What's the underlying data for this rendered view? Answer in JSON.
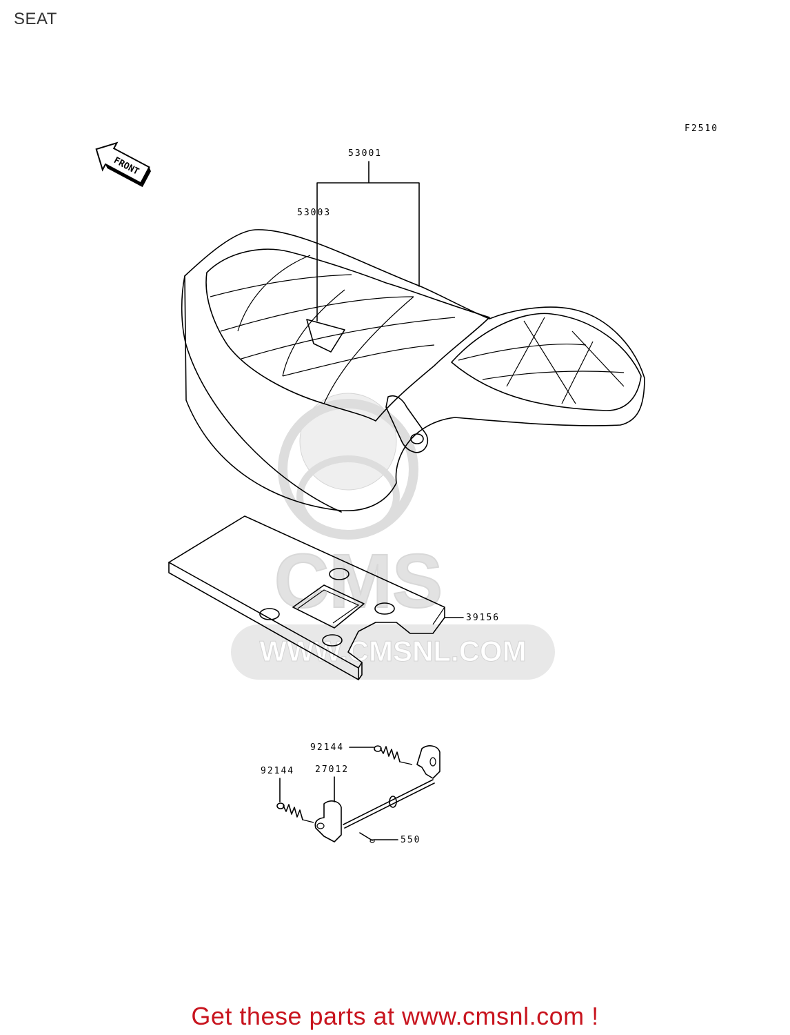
{
  "header": {
    "title": "SEAT"
  },
  "diagram": {
    "figure_code": "F2510",
    "front_marker": "FRONT",
    "watermark": {
      "brand": "CMS",
      "url": "WWW.CMSNL.COM"
    },
    "parts": [
      {
        "number": "53001",
        "name": "seat-assembly"
      },
      {
        "number": "53003",
        "name": "seat-cover"
      },
      {
        "number": "39156",
        "name": "seat-pad"
      },
      {
        "number": "92144",
        "name": "spring-right"
      },
      {
        "number": "92144",
        "name": "spring-left"
      },
      {
        "number": "27012",
        "name": "seat-lock-lever"
      },
      {
        "number": "550",
        "name": "cotter-pin"
      }
    ]
  },
  "footer": {
    "promo": "Get these parts at www.cmsnl.com !"
  },
  "colors": {
    "promo": "#c8141e",
    "lines": "#000000",
    "watermark": "#e4e4e4"
  }
}
